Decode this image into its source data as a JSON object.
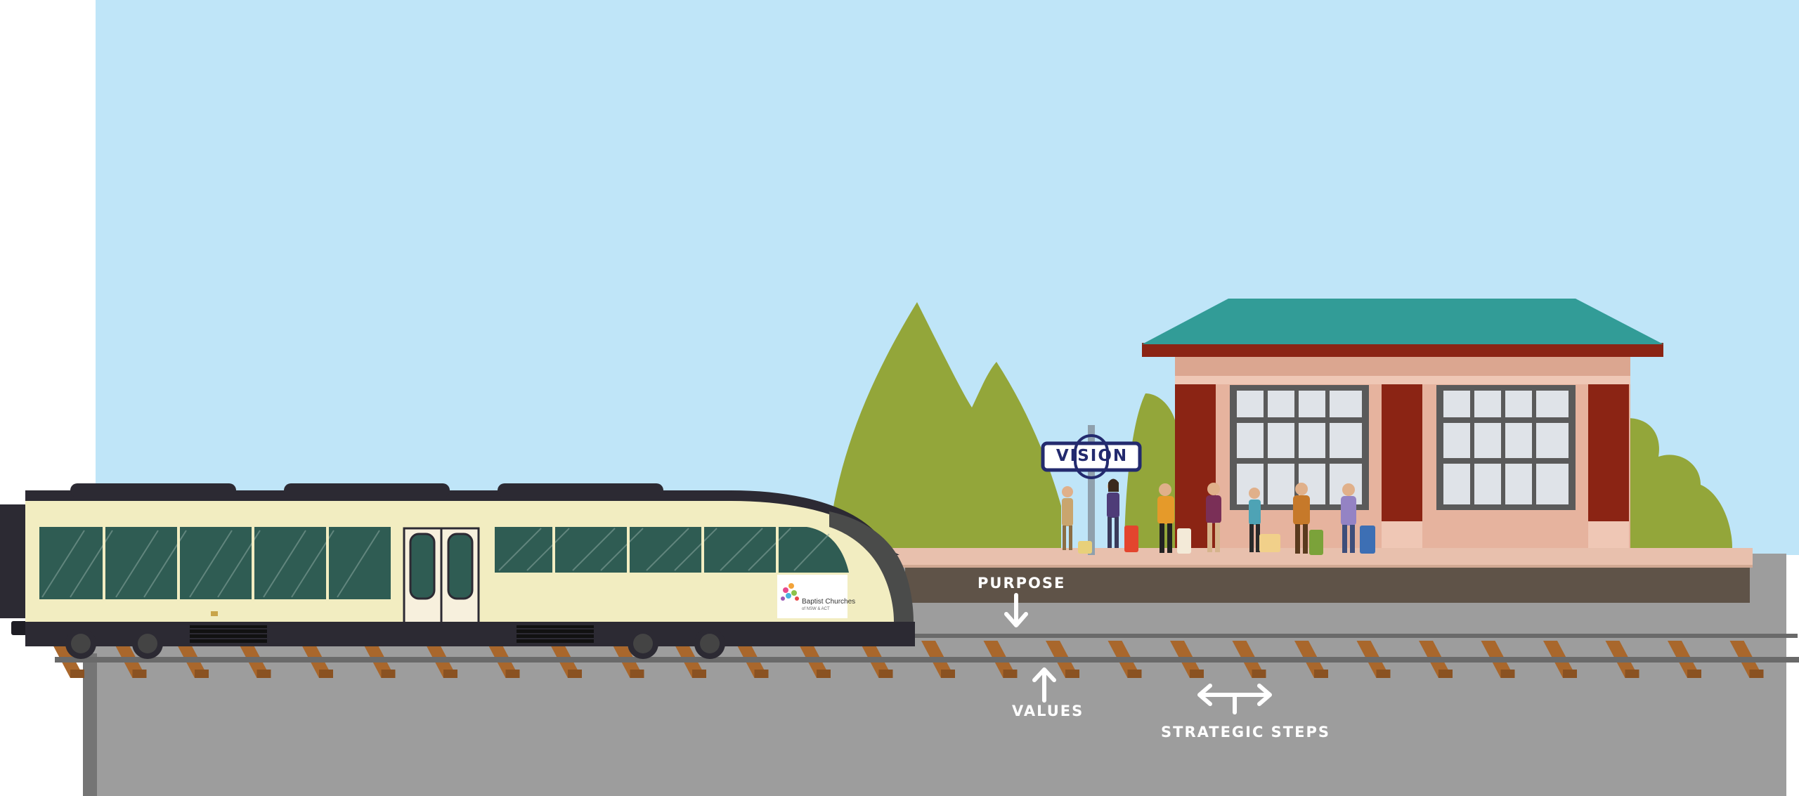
{
  "sign": {
    "text": "VISION"
  },
  "labels": {
    "purpose": "PURPOSE",
    "values": "VALUES",
    "strategic_steps": "STRATEGIC STEPS"
  },
  "logo": {
    "name": "Baptist Churches",
    "subtitle": "of NSW & ACT"
  },
  "colors": {
    "sky": "#bfe5f8",
    "ground": "#9d9d9d",
    "hills": "#93a63a",
    "station_roof": "#329c97",
    "station_trim": "#8b2414",
    "station_wall": "#e6b39e",
    "platform_top": "#e8c0ad",
    "platform_front": "#5f5348",
    "train_body": "#f2edc1",
    "train_dark": "#2c2a33",
    "window_glass": "#2f5c53",
    "rail": "#6a6a6a",
    "sleeper": "#a9672c",
    "sign_border": "#232a6e"
  },
  "icons": [
    "arrow-down-icon",
    "arrow-up-icon",
    "arrow-left-right-icon",
    "baptist-logo-icon"
  ]
}
